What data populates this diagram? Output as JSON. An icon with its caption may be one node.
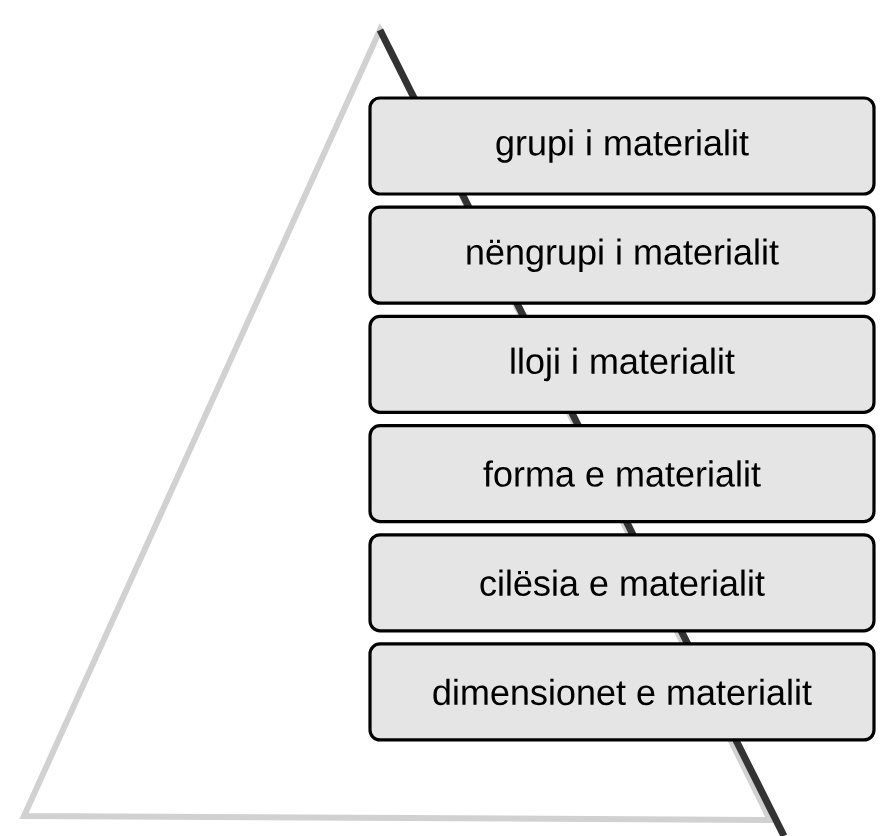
{
  "diagram": {
    "nodes": [
      {
        "text": [
          "grupi i materialit"
        ]
      },
      {
        "text": [
          "nëngrupi i materialit"
        ]
      },
      {
        "text": [
          "lloji i materialit"
        ]
      },
      {
        "text": [
          "forma e materialit"
        ]
      },
      {
        "text": [
          "cilësia e materialit"
        ]
      },
      {
        "text": [
          "dimensionet e materialit"
        ]
      }
    ]
  }
}
